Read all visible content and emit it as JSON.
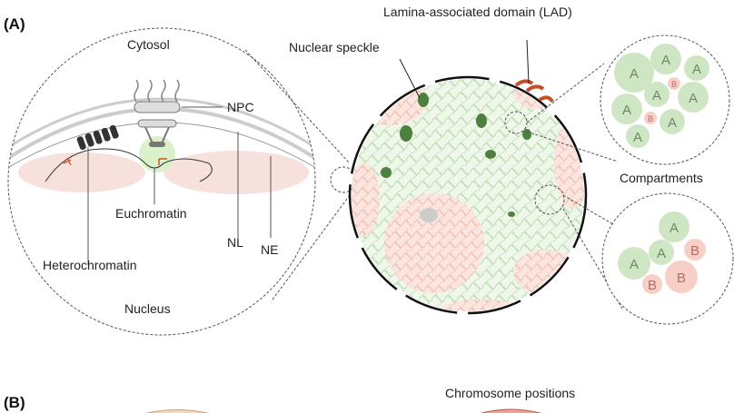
{
  "panels": {
    "a": "(A)",
    "b": "(B)"
  },
  "left_zoom": {
    "cytosol": "Cytosol",
    "nucleus": "Nucleus",
    "npc": "NPC",
    "nl": "NL",
    "ne": "NE",
    "euchromatin": "Euchromatin",
    "heterochromatin": "Heterochromatin"
  },
  "nucleus": {
    "lad": "Lamina-associated domain (LAD)",
    "speckle": "Nuclear speckle"
  },
  "compartments": {
    "title": "Compartments",
    "top_labels": [
      "A",
      "A",
      "A",
      "B",
      "A",
      "A",
      "A",
      "B",
      "A",
      "A"
    ],
    "bottom_labels": [
      "A",
      "A",
      "B",
      "A",
      "B",
      "B"
    ]
  },
  "panel_b": {
    "chromosome_positions": "Chromosome positions"
  },
  "colors": {
    "a_comp": "#cfe6c4",
    "b_comp": "#f8cfc6",
    "lad": "#c0502a",
    "speckle": "#4f7f3f"
  }
}
